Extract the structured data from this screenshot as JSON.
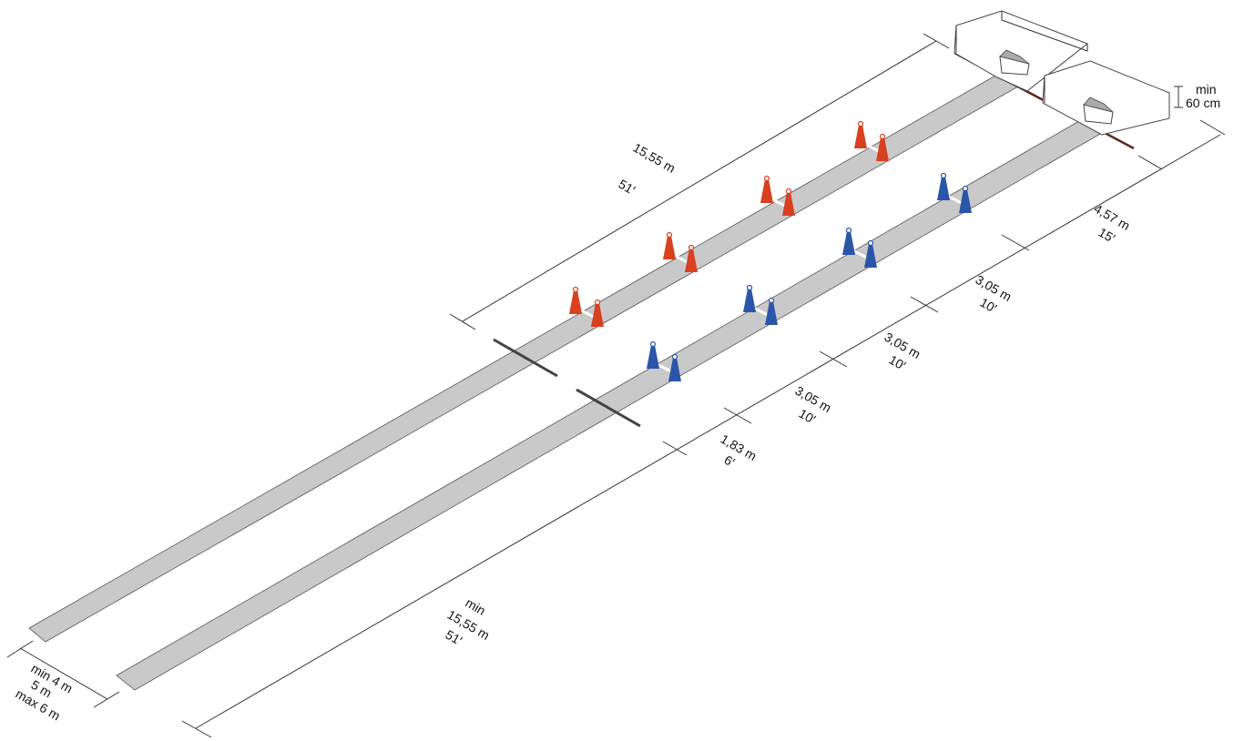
{
  "colors": {
    "lane": "#c9c9c9",
    "red_cone": "#d8401f",
    "blue_cone": "#2a55a8",
    "back_line": "#5a2a1a"
  },
  "labels": {
    "top_length_m": "15,55 m",
    "top_length_ft": "51′",
    "box_height_min": "min",
    "box_height_value": "60 cm",
    "seg_4_m": "4,57 m",
    "seg_4_ft": "15′",
    "seg_3_m": "3,05 m",
    "seg_3_ft": "10′",
    "seg_2_m": "3,05 m",
    "seg_2_ft": "10′",
    "seg_1_m": "3,05 m",
    "seg_1_ft": "10′",
    "seg_0_m": "1,83 m",
    "seg_0_ft": "6′",
    "bottom_min": "min",
    "bottom_length_m": "15,55 m",
    "bottom_length_ft": "51′",
    "width_min": "min 4 m",
    "width_nominal": "5 m",
    "width_max": "max 6 m"
  }
}
